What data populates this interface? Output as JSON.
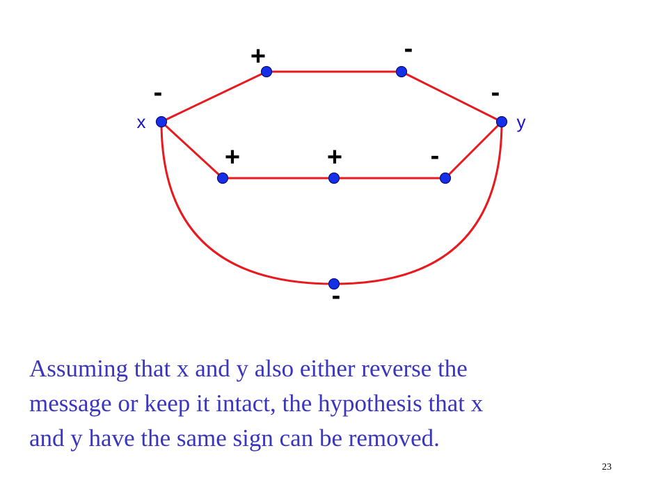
{
  "colors": {
    "edge": "#e8191f",
    "node": "#1530e6",
    "caption": "#3a36c0"
  },
  "diagram": {
    "vertex_labels": {
      "x": "x",
      "y": "y"
    },
    "signs": {
      "x_upper_edge": "-",
      "upper_first_node": "+",
      "upper_second_node": "-",
      "y_upper_edge": "-",
      "lower_first_node": "+",
      "lower_middle_node": "+",
      "lower_third_node": "-",
      "bottom_node": "-"
    }
  },
  "caption": {
    "text": "Assuming that  x  and  y  also either reverse the\nmessage or keep it intact, the hypothesis that  x\nand  y  have the same sign can be removed."
  },
  "footer": {
    "slide_number": "23"
  }
}
